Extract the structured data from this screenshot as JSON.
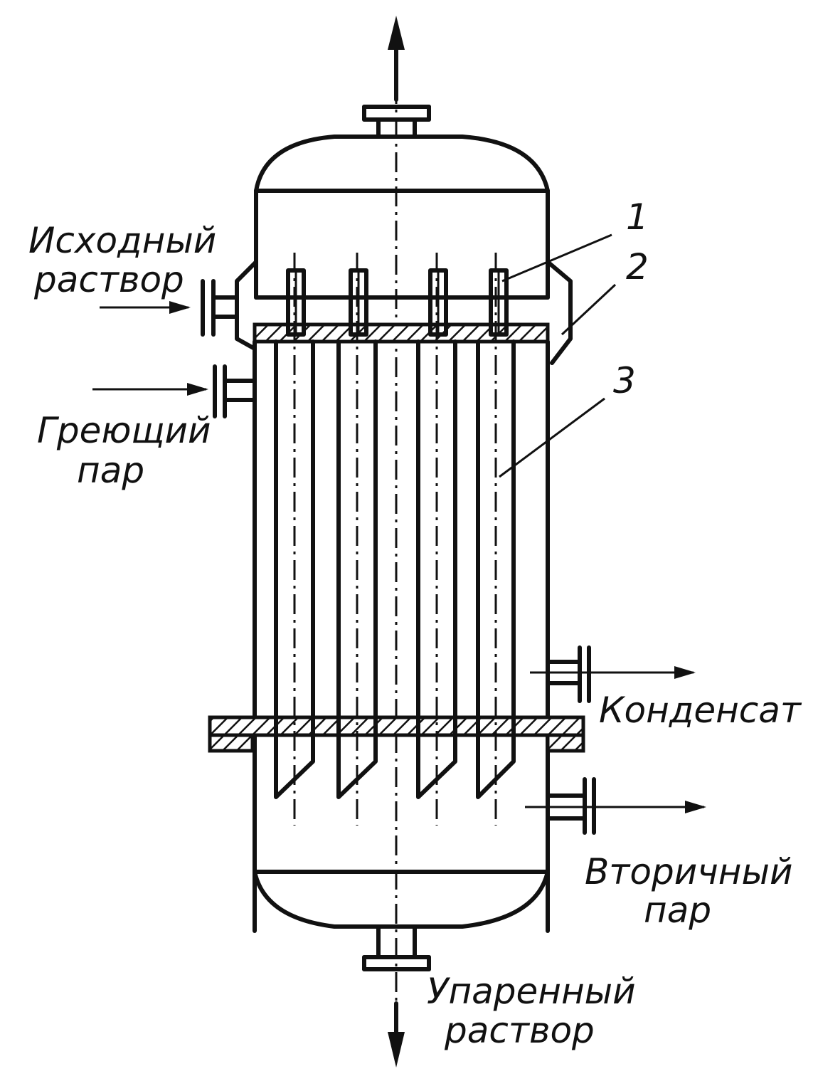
{
  "labels": {
    "feed_solution": [
      "Исходный",
      "раствор"
    ],
    "heating_steam": [
      "Греющий",
      "пар"
    ],
    "condensate": "Конденсат",
    "secondary_steam": [
      "Вторичный",
      "пар"
    ],
    "evaporated_solution": [
      "Упаренный",
      "раствор"
    ]
  },
  "callouts": [
    "1",
    "2",
    "3"
  ]
}
